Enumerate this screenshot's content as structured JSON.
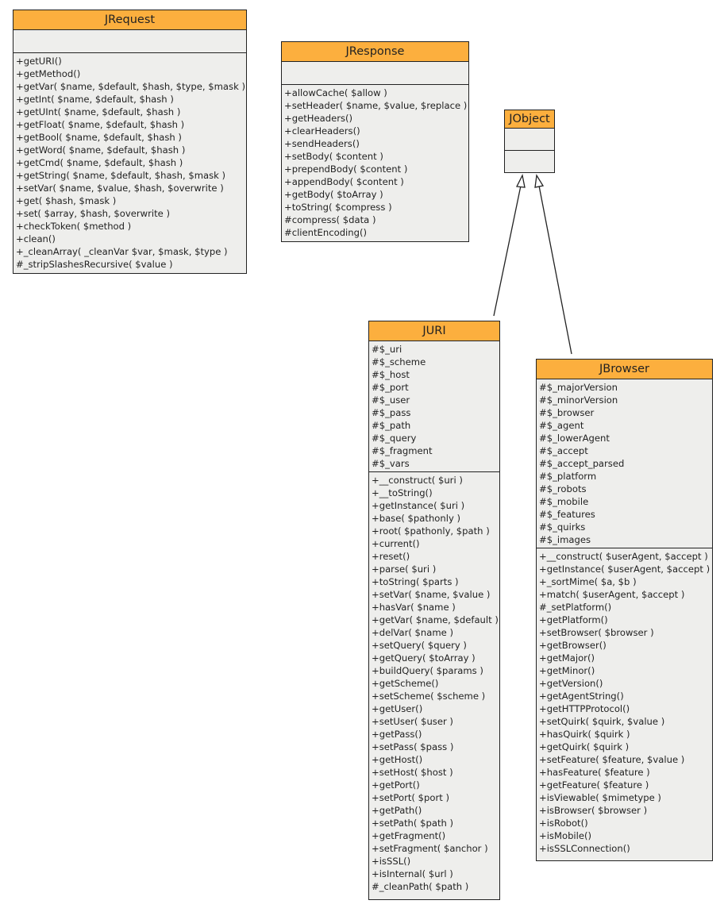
{
  "classes": {
    "jrequest": {
      "name": "JRequest",
      "attributes": [],
      "methods": [
        "+getURI()",
        "+getMethod()",
        "+getVar( $name, $default, $hash, $type, $mask )",
        "+getInt( $name, $default, $hash )",
        "+getUInt( $name, $default, $hash )",
        "+getFloat( $name, $default, $hash )",
        "+getBool( $name, $default, $hash )",
        "+getWord( $name, $default, $hash )",
        "+getCmd( $name, $default, $hash )",
        "+getString( $name, $default, $hash, $mask )",
        "+setVar( $name, $value, $hash, $overwrite )",
        "+get( $hash, $mask )",
        "+set( $array, $hash, $overwrite )",
        "+checkToken( $method )",
        "+clean()",
        "+_cleanArray( _cleanVar $var, $mask, $type )",
        "#_stripSlashesRecursive( $value )"
      ]
    },
    "jresponse": {
      "name": "JResponse",
      "attributes": [],
      "methods": [
        "+allowCache( $allow )",
        "+setHeader( $name, $value, $replace )",
        "+getHeaders()",
        "+clearHeaders()",
        "+sendHeaders()",
        "+setBody( $content )",
        "+prependBody( $content )",
        "+appendBody( $content )",
        "+getBody( $toArray )",
        "+toString( $compress )",
        "#compress( $data )",
        "#clientEncoding()"
      ]
    },
    "jobject": {
      "name": "JObject",
      "attributes": [],
      "methods": []
    },
    "juri": {
      "name": "JURI",
      "attributes": [
        "#$_uri",
        "#$_scheme",
        "#$_host",
        "#$_port",
        "#$_user",
        "#$_pass",
        "#$_path",
        "#$_query",
        "#$_fragment",
        "#$_vars"
      ],
      "methods": [
        "+__construct( $uri )",
        "+__toString()",
        "+getInstance( $uri )",
        "+base( $pathonly )",
        "+root( $pathonly, $path )",
        "+current()",
        "+reset()",
        "+parse( $uri )",
        "+toString( $parts )",
        "+setVar( $name, $value )",
        "+hasVar( $name )",
        "+getVar( $name, $default )",
        "+delVar( $name )",
        "+setQuery( $query )",
        "+getQuery( $toArray )",
        "+buildQuery( $params )",
        "+getScheme()",
        "+setScheme( $scheme )",
        "+getUser()",
        "+setUser( $user )",
        "+getPass()",
        "+setPass( $pass )",
        "+getHost()",
        "+setHost( $host )",
        "+getPort()",
        "+setPort( $port )",
        "+getPath()",
        "+setPath( $path )",
        "+getFragment()",
        "+setFragment( $anchor )",
        "+isSSL()",
        "+isInternal( $url )",
        "#_cleanPath( $path )"
      ]
    },
    "jbrowser": {
      "name": "JBrowser",
      "attributes": [
        "#$_majorVersion",
        "#$_minorVersion",
        "#$_browser",
        "#$_agent",
        "#$_lowerAgent",
        "#$_accept",
        "#$_accept_parsed",
        "#$_platform",
        "#$_robots",
        "#$_mobile",
        "#$_features",
        "#$_quirks",
        "#$_images"
      ],
      "methods": [
        "+__construct( $userAgent, $accept )",
        "+getInstance( $userAgent, $accept )",
        "+_sortMime( $a, $b )",
        "+match( $userAgent, $accept )",
        "#_setPlatform()",
        "+getPlatform()",
        "+setBrowser( $browser )",
        "+getBrowser()",
        "+getMajor()",
        "+getMinor()",
        "+getVersion()",
        "+getAgentString()",
        "+getHTTPProtocol()",
        "+setQuirk( $quirk, $value )",
        "+hasQuirk( $quirk )",
        "+getQuirk( $quirk )",
        "+setFeature( $feature, $value )",
        "+hasFeature( $feature )",
        "+getFeature( $feature )",
        "+isViewable( $mimetype )",
        "+isBrowser( $browser )",
        "+isRobot()",
        "+isMobile()",
        "+isSSLConnection()"
      ]
    }
  },
  "relations": [
    {
      "from": "JURI",
      "to": "JObject",
      "type": "generalization"
    },
    {
      "from": "JBrowser",
      "to": "JObject",
      "type": "generalization"
    }
  ],
  "colors": {
    "header": "#fcaf3e",
    "body": "#eeeeec",
    "line": "#222222"
  }
}
